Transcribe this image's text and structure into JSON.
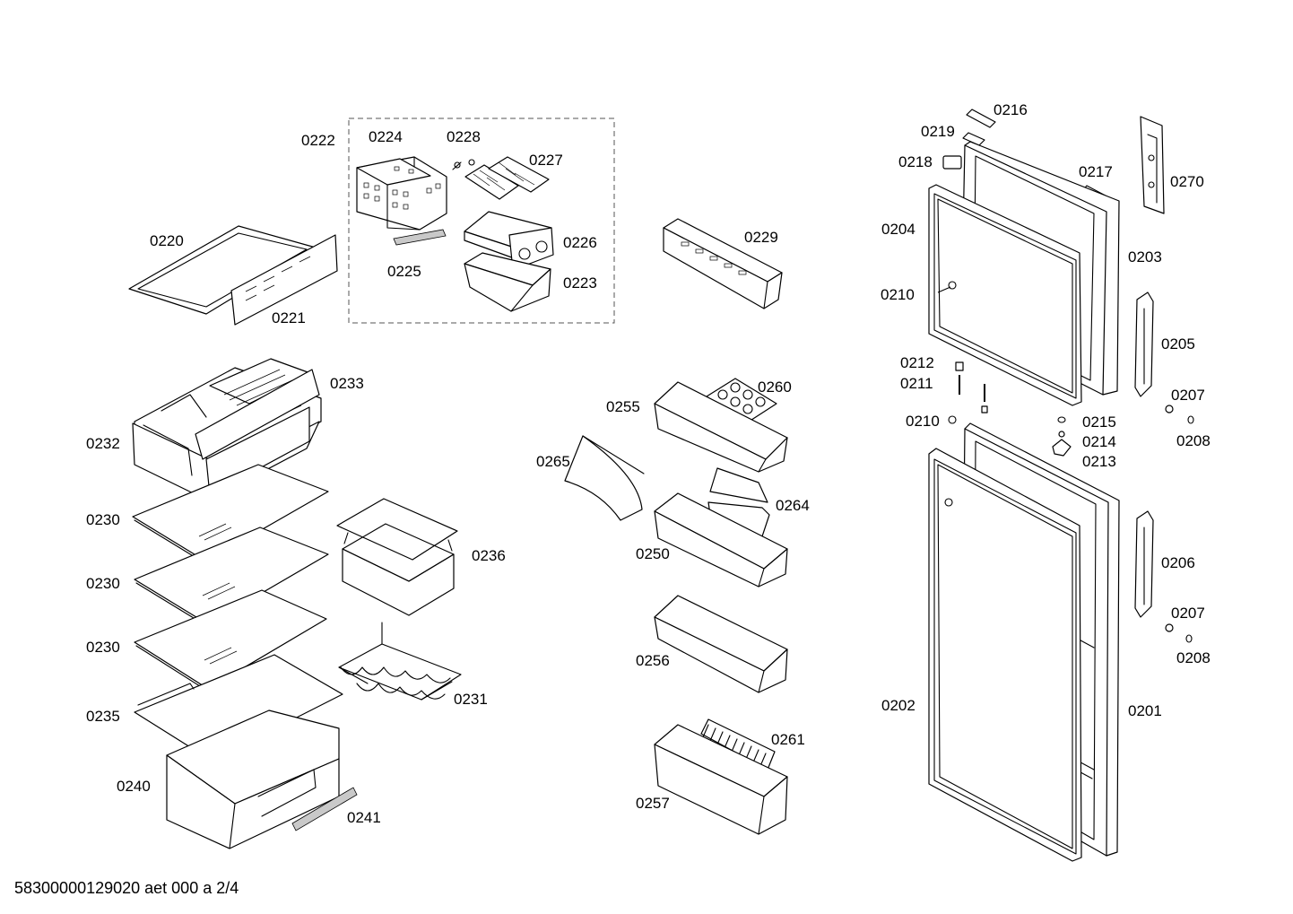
{
  "labels": {
    "l0222": "0222",
    "l0224": "0224",
    "l0228": "0228",
    "l0227": "0227",
    "l0226": "0226",
    "l0223": "0223",
    "l0225": "0225",
    "l0220": "0220",
    "l0221": "0221",
    "l0229": "0229",
    "l0233": "0233",
    "l0232": "0232",
    "l0230a": "0230",
    "l0230b": "0230",
    "l0230c": "0230",
    "l0235": "0235",
    "l0240": "0240",
    "l0241": "0241",
    "l0236": "0236",
    "l0231": "0231",
    "l0255": "0255",
    "l0260": "0260",
    "l0265": "0265",
    "l0264": "0264",
    "l0250": "0250",
    "l0256": "0256",
    "l0261": "0261",
    "l0257": "0257",
    "l0216": "0216",
    "l0219": "0219",
    "l0218": "0218",
    "l0217": "0217",
    "l0270": "0270",
    "l0204": "0204",
    "l0203": "0203",
    "l0210a": "0210",
    "l0205": "0205",
    "l0212": "0212",
    "l0211": "0211",
    "l0207a": "0207",
    "l0208a": "0208",
    "l0210b": "0210",
    "l0215": "0215",
    "l0214": "0214",
    "l0213": "0213",
    "l0206": "0206",
    "l0207b": "0207",
    "l0208b": "0208",
    "l0202": "0202",
    "l0201": "0201"
  },
  "footer": "58300000129020 aet 000 a 2/4"
}
